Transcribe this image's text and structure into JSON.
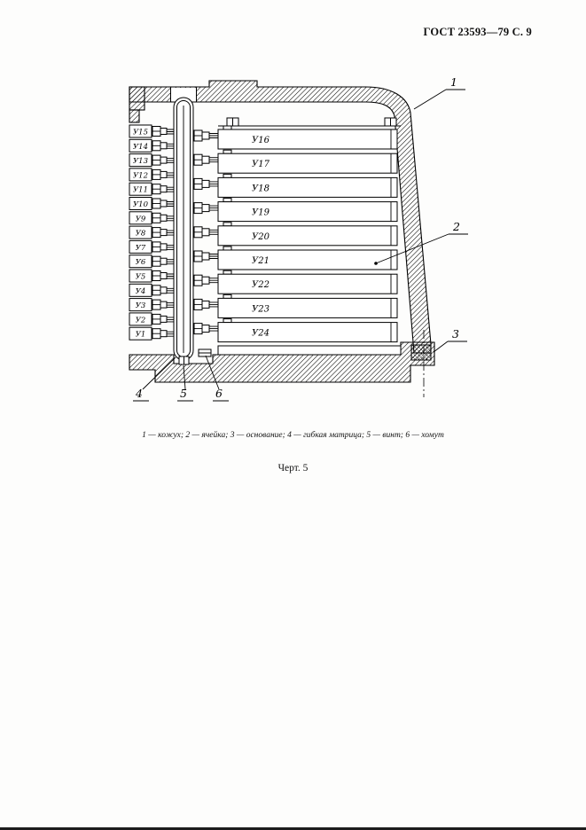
{
  "page": {
    "header": "ГОСТ 23593—79 С. 9",
    "caption": "1 — кожух; 2 — ячейка; 3 — основание; 4 — гибкая матрица; 5 — винт; 6 — хомут",
    "figure_label": "Черт. 5"
  },
  "diagram": {
    "left_cells": [
      "У15",
      "У14",
      "У13",
      "У12",
      "У11",
      "У10",
      "У9",
      "У8",
      "У7",
      "У6",
      "У5",
      "У4",
      "У3",
      "У2",
      "У1"
    ],
    "right_cells": [
      "У16",
      "У17",
      "У18",
      "У19",
      "У20",
      "У21",
      "У22",
      "У23",
      "У24"
    ],
    "callouts": [
      "1",
      "2",
      "3",
      "4",
      "5",
      "6"
    ]
  }
}
